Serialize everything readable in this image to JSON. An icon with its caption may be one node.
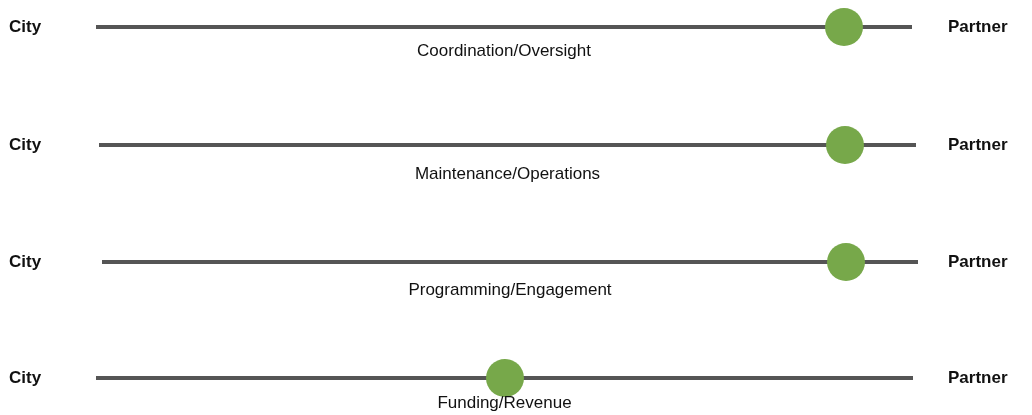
{
  "diagram": {
    "nodes": [
      {
        "text": [
          "City"
        ]
      },
      {
        "text": [
          "Partner"
        ]
      },
      {
        "text": [
          "City"
        ]
      },
      {
        "text": [
          "Partner"
        ]
      },
      {
        "text": [
          "City"
        ]
      },
      {
        "text": [
          "Partner"
        ]
      },
      {
        "text": [
          "City"
        ]
      },
      {
        "text": [
          "Partner"
        ]
      }
    ],
    "edges": [
      {
        "from": 0,
        "to": 1,
        "arrow": "none",
        "label": "Coordination/Oversight"
      },
      {
        "from": 2,
        "to": 3,
        "arrow": "none",
        "label": "Maintenance/Operations"
      },
      {
        "from": 4,
        "to": 5,
        "arrow": "none",
        "label": "Programming/Engagement"
      },
      {
        "from": 6,
        "to": 7,
        "arrow": "none",
        "label": "Funding/Revenue"
      }
    ]
  }
}
